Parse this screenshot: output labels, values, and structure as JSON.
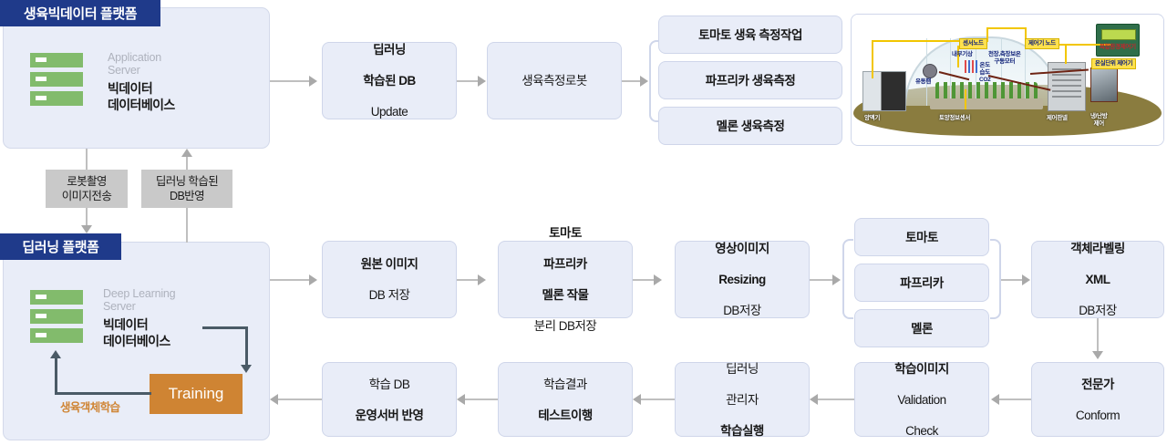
{
  "platforms": [
    {
      "title": "생육빅데이터 플랫폼",
      "server_sub": "Application\nServer",
      "server_main": "빅데이터\n데이터베이스"
    },
    {
      "title": "딥러닝 플랫폼",
      "server_sub": "Deep Learning\nServer",
      "server_main": "빅데이터\n데이터베이스",
      "training_label": "Training",
      "loop_label": "생육객체학습"
    }
  ],
  "link_labels": [
    {
      "text": "로봇촬영\n이미지전송"
    },
    {
      "text": "딥러닝 학습된\nDB반영"
    }
  ],
  "top_flow": [
    {
      "lines": [
        {
          "t": "딥러닝",
          "b": true
        },
        {
          "t": "학습된 DB",
          "b": true
        },
        {
          "t": "Update",
          "b": false
        }
      ]
    },
    {
      "lines": [
        {
          "t": "생육측정로봇",
          "b": false
        }
      ]
    }
  ],
  "top_branch": [
    {
      "lines": [
        {
          "t": "토마토 생육 측정작업",
          "b": true
        }
      ]
    },
    {
      "lines": [
        {
          "t": "파프리카 생육측정",
          "b": true
        }
      ]
    },
    {
      "lines": [
        {
          "t": "멜론 생육측정",
          "b": true
        }
      ]
    }
  ],
  "mid_flow": [
    {
      "lines": [
        {
          "t": "원본 이미지",
          "b": true
        },
        {
          "t": "DB 저장",
          "b": false
        }
      ]
    },
    {
      "lines": [
        {
          "t": "토마토",
          "b": true
        },
        {
          "t": "파프리카",
          "b": true
        },
        {
          "t": "멜론 작물",
          "b": true
        },
        {
          "t": "분리 DB저장",
          "b": false
        }
      ]
    },
    {
      "lines": [
        {
          "t": "영상이미지",
          "b": true
        },
        {
          "t": "Resizing",
          "b": true
        },
        {
          "t": "DB저장",
          "b": false
        }
      ]
    }
  ],
  "mid_branch": [
    {
      "lines": [
        {
          "t": "토마토",
          "b": true
        }
      ]
    },
    {
      "lines": [
        {
          "t": "파프리카",
          "b": true
        }
      ]
    },
    {
      "lines": [
        {
          "t": "멜론",
          "b": true
        }
      ]
    }
  ],
  "mid_end": {
    "lines": [
      {
        "t": "객체라벨링",
        "b": true
      },
      {
        "t": "XML",
        "b": true
      },
      {
        "t": "DB저장",
        "b": false
      }
    ]
  },
  "bottom_flow": [
    {
      "lines": [
        {
          "t": "학습 DB",
          "b": false
        },
        {
          "t": "운영서버 반영",
          "b": true
        }
      ]
    },
    {
      "lines": [
        {
          "t": "학습결과",
          "b": false
        },
        {
          "t": "테스트이행",
          "b": true
        }
      ]
    },
    {
      "lines": [
        {
          "t": "딥러닝",
          "b": false
        },
        {
          "t": "관리자",
          "b": false
        },
        {
          "t": "학습실행",
          "b": true
        }
      ]
    },
    {
      "lines": [
        {
          "t": "학습이미지",
          "b": true
        },
        {
          "t": "Validation",
          "b": false
        },
        {
          "t": "Check",
          "b": false
        }
      ]
    },
    {
      "lines": [
        {
          "t": "전문가",
          "b": true
        },
        {
          "t": "Conform",
          "b": false
        }
      ]
    }
  ],
  "greenhouse": {
    "tags": [
      "센서노드",
      "제어기 노드",
      "온실단위 제어기"
    ],
    "device_caption": "복합환경제어기",
    "inner_labels": [
      "내부기상",
      "천장,측장보온\n구동모터",
      "온도\n습도\nCO2"
    ],
    "ground_labels": [
      "양액기",
      "토양정보센서",
      "제어판넬",
      "냉/난방\n제어"
    ],
    "fan_label": "유동팬"
  },
  "colors": {
    "panel_bg": "#e9edf8",
    "panel_title": "#1f3a8a",
    "box_bg": "#e9edf8",
    "box_border": "#cfd6ea",
    "server_green": "#82bb6c",
    "training_orange": "#cf8433",
    "label_gray": "#c9c9c9",
    "connector": "#bfbfbf",
    "dark_connector": "#4a5a66"
  }
}
